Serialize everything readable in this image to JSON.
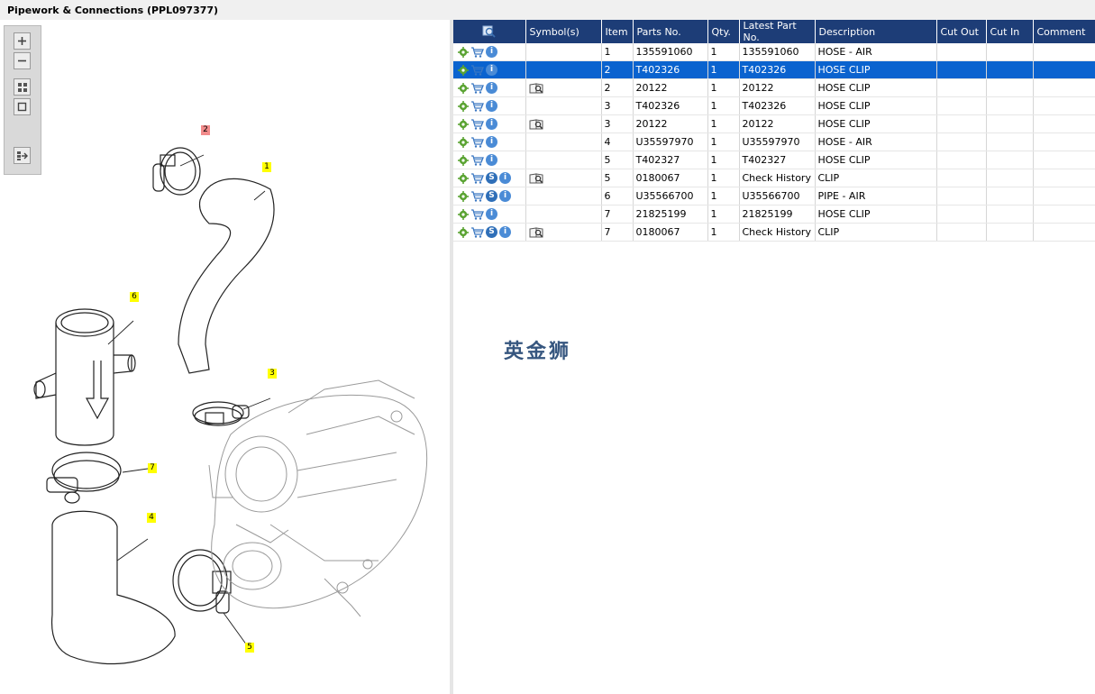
{
  "window": {
    "title": "Pipework & Connections (PPL097377)"
  },
  "diagram": {
    "callouts": [
      {
        "label": "2",
        "highlight": "red"
      },
      {
        "label": "1"
      },
      {
        "label": "6"
      },
      {
        "label": "3"
      },
      {
        "label": "7"
      },
      {
        "label": "4"
      },
      {
        "label": "5"
      }
    ]
  },
  "grid": {
    "columns": [
      "",
      "Symbol(s)",
      "Item",
      "Parts No.",
      "Qty.",
      "Latest Part No.",
      "Description",
      "Cut Out",
      "Cut In",
      "Comment"
    ],
    "rows": [
      {
        "actions": [
          "gear",
          "cart",
          "info"
        ],
        "symbol": "",
        "item": "1",
        "part": "135591060",
        "qty": "1",
        "latest": "135591060",
        "desc": "HOSE - AIR"
      },
      {
        "actions": [
          "gear",
          "cart",
          "info"
        ],
        "symbol": "",
        "item": "2",
        "part": "T402326",
        "qty": "1",
        "latest": "T402326",
        "desc": "HOSE CLIP",
        "selected": true
      },
      {
        "actions": [
          "gear",
          "cart",
          "info"
        ],
        "symbol": "book",
        "item": "2",
        "part": "20122",
        "qty": "1",
        "latest": "20122",
        "desc": "HOSE CLIP"
      },
      {
        "actions": [
          "gear",
          "cart",
          "info"
        ],
        "symbol": "",
        "item": "3",
        "part": "T402326",
        "qty": "1",
        "latest": "T402326",
        "desc": "HOSE CLIP"
      },
      {
        "actions": [
          "gear",
          "cart",
          "info"
        ],
        "symbol": "book",
        "item": "3",
        "part": "20122",
        "qty": "1",
        "latest": "20122",
        "desc": "HOSE CLIP"
      },
      {
        "actions": [
          "gear",
          "cart",
          "info"
        ],
        "symbol": "",
        "item": "4",
        "part": "U35597970",
        "qty": "1",
        "latest": "U35597970",
        "desc": "HOSE - AIR"
      },
      {
        "actions": [
          "gear",
          "cart",
          "info"
        ],
        "symbol": "",
        "item": "5",
        "part": "T402327",
        "qty": "1",
        "latest": "T402327",
        "desc": "HOSE CLIP"
      },
      {
        "actions": [
          "gear",
          "cart",
          "s",
          "info"
        ],
        "symbol": "book",
        "item": "5",
        "part": "0180067",
        "qty": "1",
        "latest": "Check History",
        "desc": "CLIP"
      },
      {
        "actions": [
          "gear",
          "cart",
          "s",
          "info"
        ],
        "symbol": "",
        "item": "6",
        "part": "U35566700",
        "qty": "1",
        "latest": "U35566700",
        "desc": "PIPE - AIR"
      },
      {
        "actions": [
          "gear",
          "cart",
          "info"
        ],
        "symbol": "",
        "item": "7",
        "part": "21825199",
        "qty": "1",
        "latest": "21825199",
        "desc": "HOSE CLIP"
      },
      {
        "actions": [
          "gear",
          "cart",
          "s",
          "info"
        ],
        "symbol": "book",
        "item": "7",
        "part": "0180067",
        "qty": "1",
        "latest": "Check History",
        "desc": "CLIP"
      }
    ]
  },
  "icons": {
    "zoom_in": "plus-icon",
    "zoom_out": "minus-icon",
    "fit": "fit-icon",
    "actual": "square-icon",
    "export": "export-icon",
    "header_action": "magnifier-icon",
    "row_gear": "gear-icon",
    "row_cart": "cart-icon",
    "row_info": "info-icon",
    "row_s": "s-badge-icon",
    "symbol_book": "book-icon"
  },
  "colors": {
    "header_bg": "#1d3d77",
    "selected_row": "#0a63cf",
    "callout": "#ffff00",
    "callout_highlight": "#f28b8b"
  },
  "watermark": {
    "text": "英金狮"
  }
}
